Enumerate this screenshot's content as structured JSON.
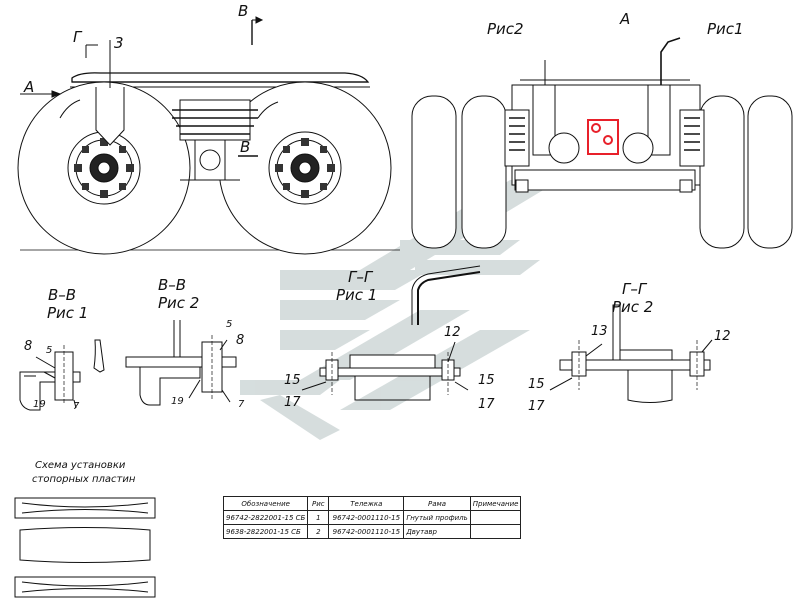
{
  "views": {
    "left_view": {
      "label_a": "А",
      "label_b_top": "В",
      "label_b_side": "В",
      "label_g": "Г",
      "callout_3": "3"
    },
    "rear_view": {
      "title": "А",
      "fig1": "Рис1",
      "fig2": "Рис2"
    }
  },
  "sections": {
    "vv1": {
      "title": "В–В",
      "fig": "Рис 1",
      "callouts": [
        "8",
        "5",
        "19",
        "7"
      ]
    },
    "vv2": {
      "title": "В–В",
      "fig": "Рис 2",
      "callouts": [
        "5",
        "8",
        "19",
        "7"
      ]
    },
    "gg1": {
      "title": "Г–Г",
      "fig": "Рис 1",
      "callouts": [
        "12",
        "15",
        "17",
        "15",
        "17"
      ]
    },
    "gg2": {
      "title": "Г–Г",
      "fig": "Рис 2",
      "callouts": [
        "13",
        "12",
        "15",
        "17"
      ]
    }
  },
  "scheme": {
    "title_line1": "Схема установки",
    "title_line2": "стопорных пластин"
  },
  "spec_table": {
    "headers": [
      "Обозначение",
      "Рис",
      "Тележка",
      "Рама",
      "Примечание"
    ],
    "rows": [
      [
        "96742-2822001-15 СБ",
        "1",
        "96742-0001110-15",
        "Гнутый профиль",
        ""
      ],
      [
        "9638-2822001-15 СБ",
        "2",
        "96742-0001110-15",
        "Двутавр",
        ""
      ]
    ]
  },
  "colors": {
    "line": "#111111",
    "watermark": "#c9d3d3",
    "highlight": "#e8202a"
  }
}
